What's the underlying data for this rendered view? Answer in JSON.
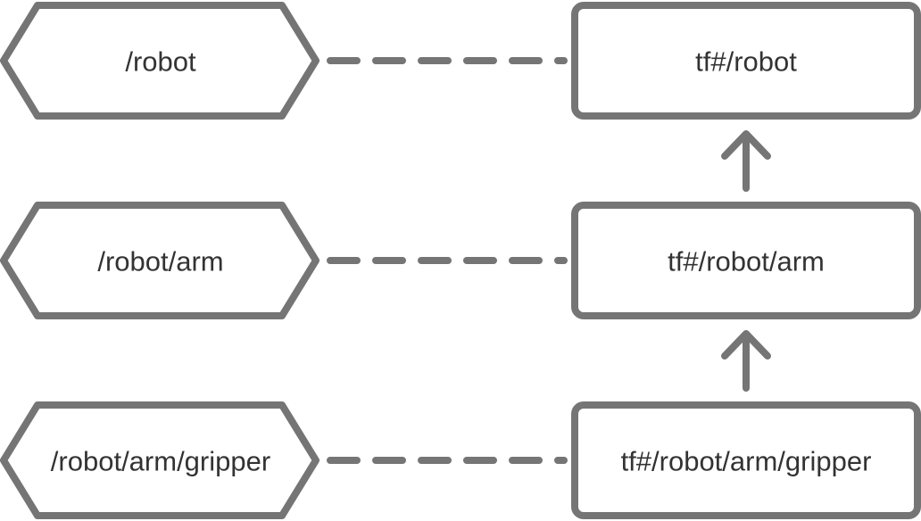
{
  "colors": {
    "stroke": "#757575",
    "text": "#333333",
    "background": "#ffffff"
  },
  "entities": [
    {
      "label": "/robot"
    },
    {
      "label": "/robot/arm"
    },
    {
      "label": "/robot/arm/gripper"
    }
  ],
  "frames": [
    {
      "label": "tf#/robot"
    },
    {
      "label": "tf#/robot/arm"
    },
    {
      "label": "tf#/robot/arm/gripper"
    }
  ]
}
